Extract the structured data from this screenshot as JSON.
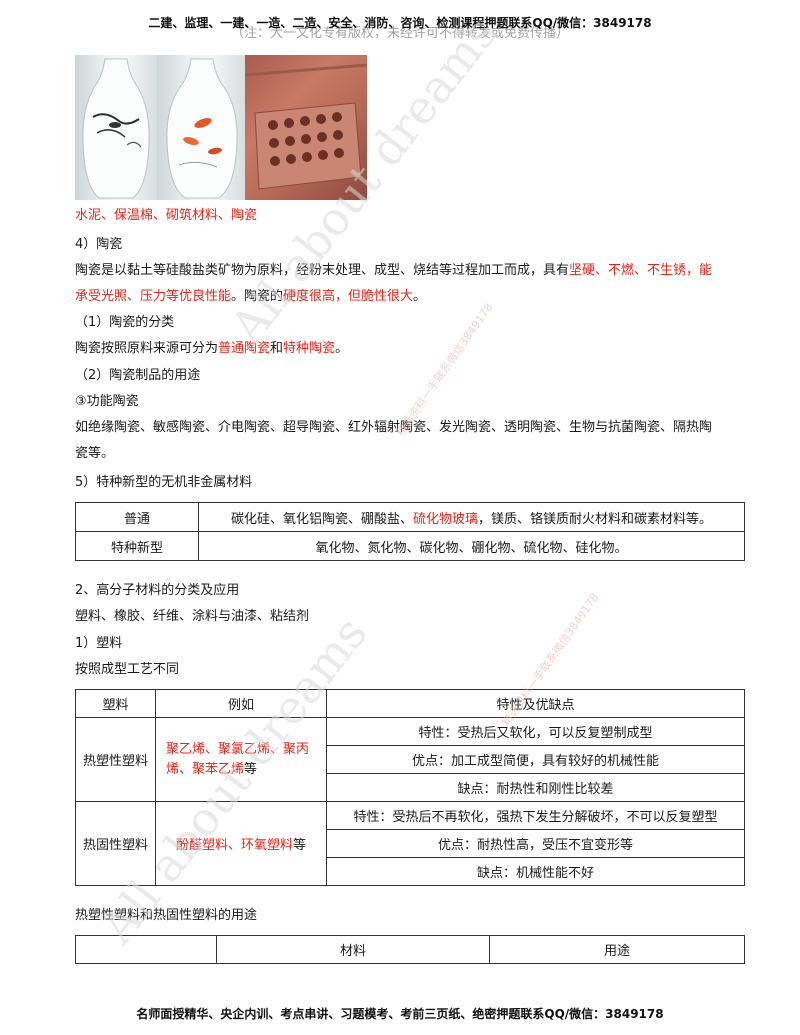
{
  "header": {
    "banner": "二建、监理、一建、一造、二造、安全、消防、咨询、检测课程押题联系QQ/微信：3849178",
    "ghost": "（注：大一文化专有版权，未经许可不得转发或免费传播）"
  },
  "caption": {
    "text": "水泥、保温棉、砌筑材料、陶瓷"
  },
  "ceramics": {
    "heading": "4）陶瓷",
    "p1_a": "陶瓷是以黏土等硅酸盐类矿物为原料，经粉末处理、成型、烧结等过程加工而成，具有",
    "p1_red": "坚硬、不燃、不生锈，能",
    "p2_red": "承受光照、压力等优良性能",
    "p2_b": "。陶瓷的",
    "p2_red2": "硬度很高，但脆性很大",
    "p2_c": "。",
    "class_heading": "（1）陶瓷的分类",
    "class_a": "陶瓷按照原料来源可分为",
    "class_red1": "普通陶瓷",
    "class_b": "和",
    "class_red2": "特种陶瓷",
    "class_c": "。",
    "use_heading": "（2）陶瓷制品的用途",
    "func_heading": "③功能陶瓷",
    "func_line1": "如绝缘陶瓷、敏感陶瓷、介电陶瓷、超导陶瓷、红外辐射陶瓷、发光陶瓷、透明陶瓷、生物与抗菌陶瓷、隔热陶",
    "func_line2": "瓷等。"
  },
  "new_materials": {
    "heading": "5）特种新型的无机非金属材料",
    "row1_label": "普通",
    "row1_a": "碳化硅、氧化铝陶瓷、硼酸盐、",
    "row1_red": "硫化物玻璃",
    "row1_b": "，镁质、铬镁质耐火材料和碳素材料等。",
    "row2_label": "特种新型",
    "row2_value": "氧化物、氮化物、碳化物、硼化物、硫化物、硅化物。"
  },
  "polymer": {
    "heading": "2、高分子材料的分类及应用",
    "types": "塑料、橡胶、纤维、涂料与油漆、粘结剂",
    "plastic_heading": "1）塑料",
    "process_line": "按照成型工艺不同"
  },
  "plastic_table": {
    "headers": [
      "塑料",
      "例如",
      "特性及优缺点"
    ],
    "thermoplastic": {
      "name": "热塑性塑料",
      "example_red_1": "聚乙烯、聚氯乙烯、聚丙",
      "example_red_2": "烯、聚苯乙烯",
      "example_suffix": "等",
      "props": [
        "特性：受热后又软化，可以反复塑制成型",
        "优点：加工成型简便，具有较好的机械性能",
        "缺点：耐热性和刚性比较差"
      ]
    },
    "thermoset": {
      "name": "热固性塑料",
      "example_red": "酚醛塑料、环氧塑料",
      "example_suffix": "等",
      "props": [
        "特性：受热后不再软化，强热下发生分解破坏，不可以反复塑型",
        "优点：耐热性高，受压不宜变形等",
        "缺点：机械性能不好"
      ]
    }
  },
  "uses": {
    "heading": "热塑性塑料和热固性塑料的用途",
    "col_material": "材料",
    "col_use": "用途"
  },
  "footer": {
    "text": "名师面授精华、央企内训、考点串讲、习题模考、考前三页纸、绝密押题联系QQ/微信：3849178"
  },
  "watermark": {
    "text": "All about dreams",
    "small": "精选资料一手联系微信3849178"
  }
}
